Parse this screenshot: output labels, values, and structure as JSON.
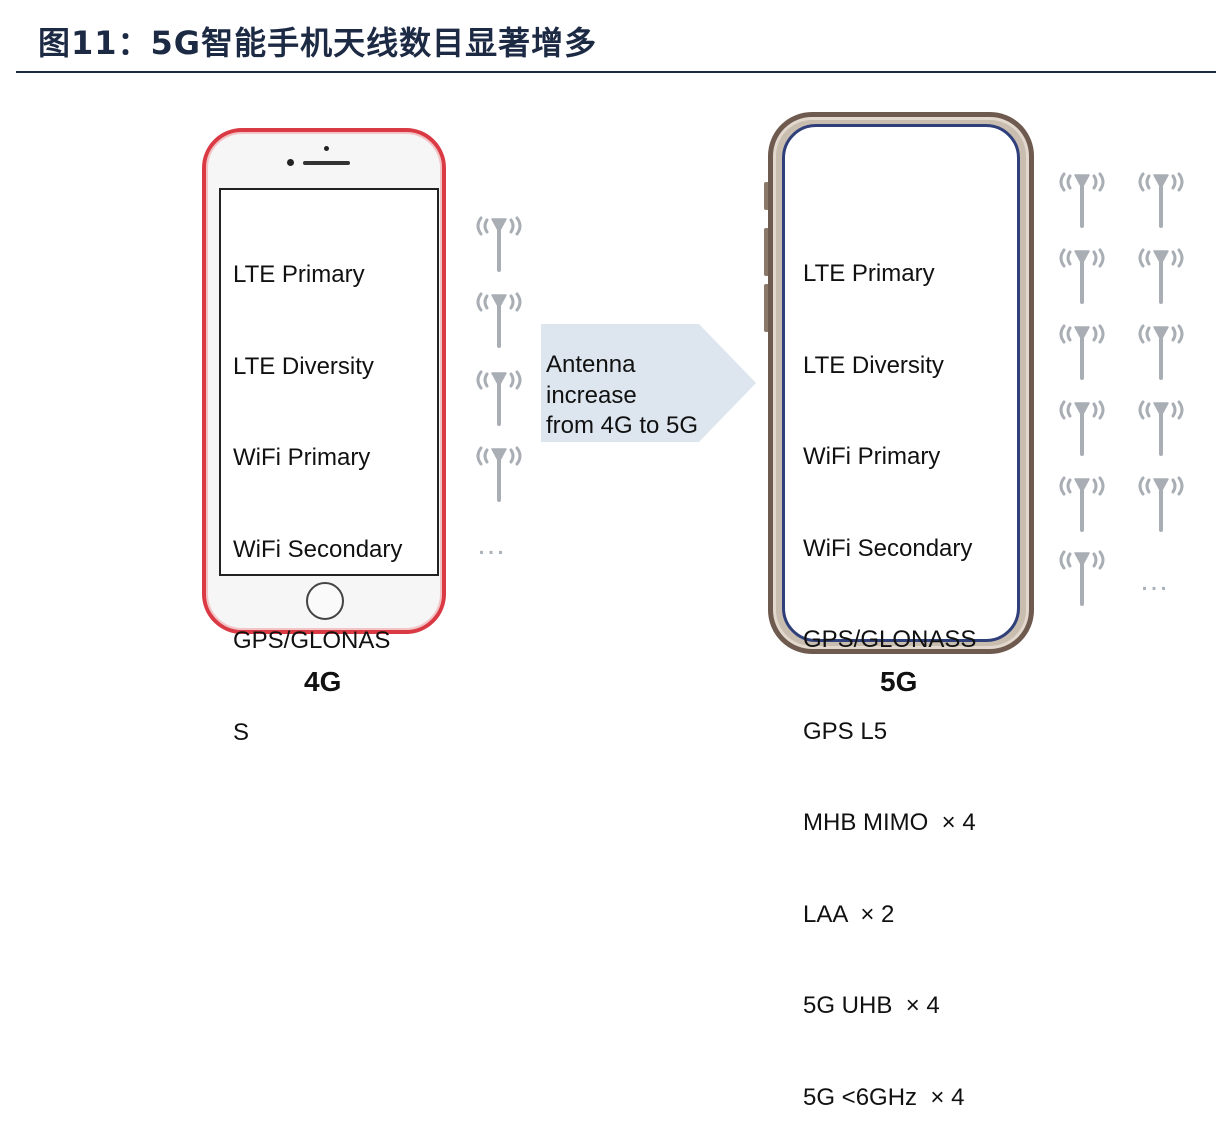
{
  "title": "图11：5G智能手机天线数目显著增多",
  "phone_4g": {
    "caption": "4G",
    "antennas": [
      "LTE Primary",
      "LTE Diversity",
      "WiFi Primary",
      "WiFi Secondary",
      "GPS/GLONAS",
      "S"
    ]
  },
  "phone_5g": {
    "caption": "5G",
    "antennas": [
      "LTE Primary",
      "LTE Diversity",
      "WiFi Primary",
      "WiFi Secondary",
      "GPS/GLONASS",
      "GPS L5",
      "MHB MIMO  × 4",
      "LAA  × 2",
      "5G UHB  × 4",
      "5G <6GHz  × 4"
    ]
  },
  "arrow_text": [
    "Antenna",
    "increase",
    "from 4G to 5G"
  ],
  "ellipsis": "…",
  "colors": {
    "title": "#1d2a44",
    "phone_4g_frame": "#d93a43",
    "phone_5g_frame": "#6e5a4e",
    "arrow": "#dde5ee",
    "antenna": "#a9aeb5"
  },
  "icons": {
    "antenna": "antenna-icon"
  }
}
